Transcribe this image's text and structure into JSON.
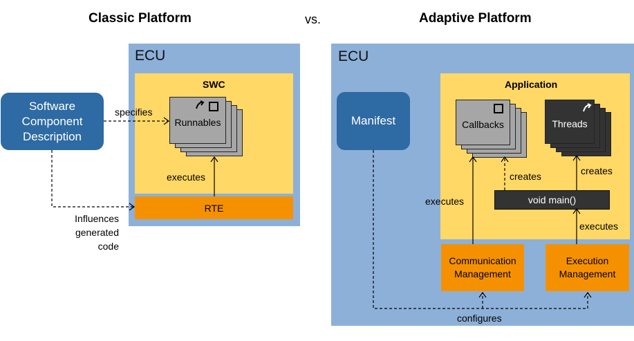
{
  "headers": {
    "classic": "Classic Platform",
    "vs": "vs.",
    "adaptive": "Adaptive Platform"
  },
  "classic": {
    "ecu": "ECU",
    "swc": "SWC",
    "runnables": "Runnables",
    "rte": "RTE",
    "swcd": "Software\nComponent\nDescription",
    "specifies": "specifies",
    "executes": "executes",
    "influences": "Influences\ngenerated\ncode"
  },
  "adaptive": {
    "ecu": "ECU",
    "manifest": "Manifest",
    "application": "Application",
    "callbacks": "Callbacks",
    "threads": "Threads",
    "main": "void main()",
    "creates1": "creates",
    "creates2": "creates",
    "executes1": "executes",
    "executes2": "executes",
    "comm": "Communication\nManagement",
    "exec": "Execution\nManagement",
    "configures": "configures"
  },
  "colors": {
    "ecu": "#8db0d8",
    "swc_area": "#ffd866",
    "rte": "#f59100",
    "blue_box": "#2e6aa3",
    "gray_stack": "#a6a6a6",
    "dark_stack": "#333333"
  }
}
